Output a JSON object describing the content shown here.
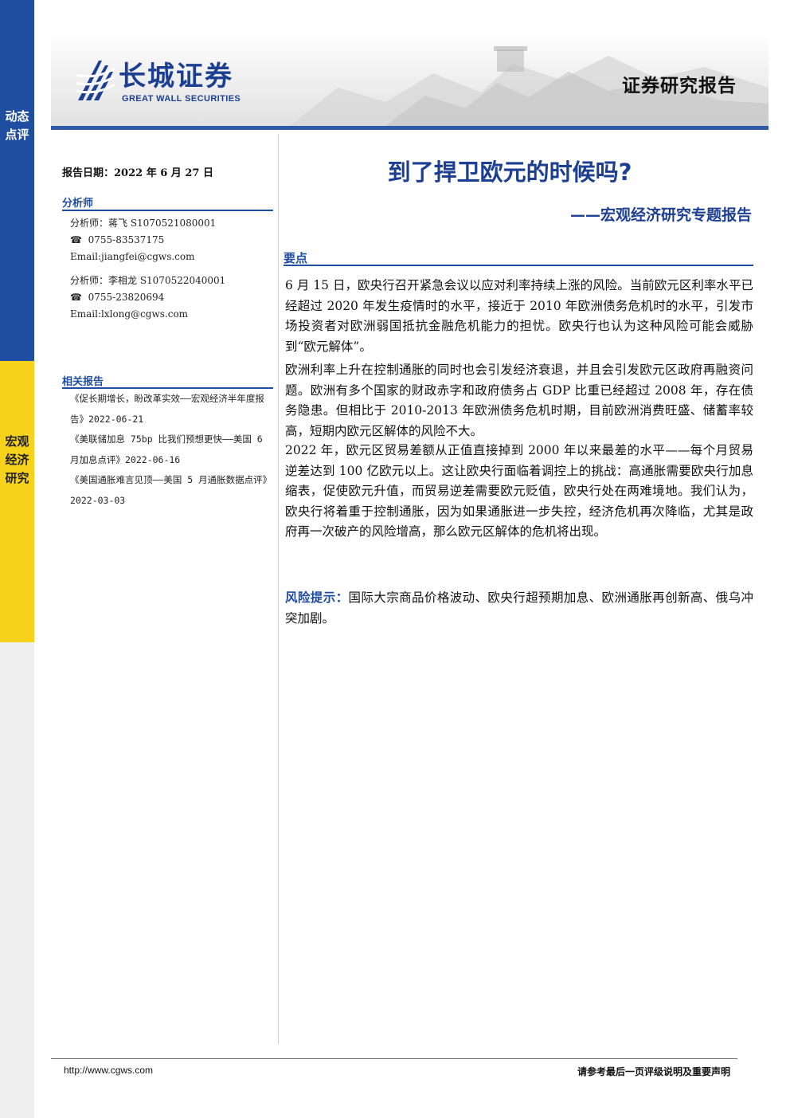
{
  "side": {
    "top_label": "动态点评",
    "bottom_label": "宏观经济研究",
    "colors": {
      "blue": "#1f4da0",
      "yellow": "#f7d21b"
    }
  },
  "header": {
    "logo_cn": "长城证券",
    "logo_en": "GREAT WALL SECURITIES",
    "report_type": "证券研究报告",
    "logo_icon": "great-wall-securities-logo"
  },
  "info": {
    "report_date": "报告日期：2022 年 6 月 27 日",
    "analyst_section": "分析师",
    "analysts": [
      {
        "name_line": "分析师：蒋飞  S1070521080001",
        "phone": "0755-83537175",
        "email": "Email:jiangfei@cgws.com"
      },
      {
        "name_line": "分析师：李相龙  S1070522040001",
        "phone": "0755-23820694",
        "email": "Email:lxlong@cgws.com"
      }
    ],
    "phone_icon": "☎",
    "related_section": "相关报告",
    "related": [
      "《促长期增长，盼改革实效——宏观经济半年度报告》2022-06-21",
      "《美联储加息 75bp 比我们预想更快——美国 6 月加息点评》2022-06-16",
      "《美国通胀难言见顶——美国 5 月通胀数据点评》2022-03-03"
    ]
  },
  "main": {
    "title": "到了捍卫欧元的时候吗?",
    "subtitle": "——宏观经济研究专题报告",
    "keypoints_label": "要点",
    "paragraphs": [
      "6 月 15 日，欧央行召开紧急会议以应对利率持续上涨的风险。当前欧元区利率水平已经超过 2020 年发生疫情时的水平，接近于 2010 年欧洲债务危机时的水平，引发市场投资者对欧洲弱国抵抗金融危机能力的担忧。欧央行也认为这种风险可能会威胁到“欧元解体”。",
      "欧洲利率上升在控制通胀的同时也会引发经济衰退，并且会引发欧元区政府再融资问题。欧洲有多个国家的财政赤字和政府债务占 GDP 比重已经超过 2008 年，存在债务隐患。但相比于 2010-2013 年欧洲债务危机时期，目前欧洲消费旺盛、储蓄率较高，短期内欧元区解体的风险不大。",
      "2022 年，欧元区贸易差额从正值直接掉到 2000 年以来最差的水平——每个月贸易逆差达到 100 亿欧元以上。这让欧央行面临着调控上的挑战：高通胀需要欧央行加息缩表，促使欧元升值，而贸易逆差需要欧元贬值，欧央行处在两难境地。我们认为，欧央行将着重于控制通胀，因为如果通胀进一步失控，经济危机再次降临，尤其是政府再一次破产的风险增高，那么欧元区解体的危机将出现。"
    ],
    "risk_label": "风险提示：",
    "risk_text": "国际大宗商品价格波动、欧央行超预期加息、欧洲通胀再创新高、俄乌冲突加剧。"
  },
  "footer": {
    "url": "http://www.cgws.com",
    "note": "请参考最后一页评级说明及重要声明"
  }
}
